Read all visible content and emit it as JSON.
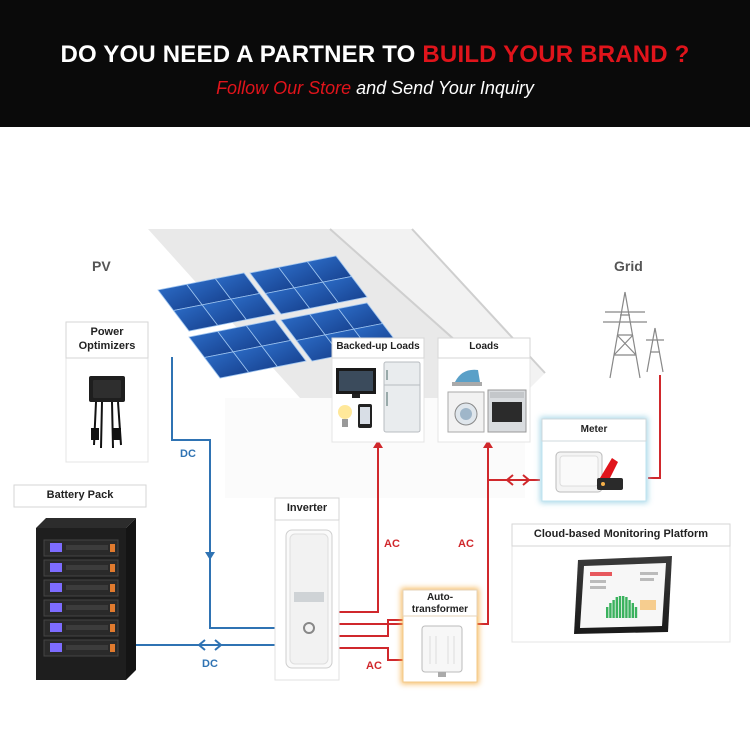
{
  "banner": {
    "headline_prefix": "DO YOU NEED A  PARTNER TO ",
    "headline_accent": "BUILD YOUR BRAND ?",
    "sub_accent": "Follow Our Store",
    "sub_rest": " and Send Your Inquiry"
  },
  "diagram": {
    "pv": "PV",
    "grid": "Grid",
    "power_optimizers_line1": "Power",
    "power_optimizers_line2": "Optimizers",
    "battery_pack": "Battery Pack",
    "inverter": "Inverter",
    "backed_up_loads": "Backed-up Loads",
    "loads": "Loads",
    "meter": "Meter",
    "cloud_platform": "Cloud-based Monitoring Platform",
    "autotransformer_line1": "Auto-",
    "autotransformer_line2": "transformer",
    "wire_dc": "DC",
    "wire_ac": "AC"
  },
  "colors": {
    "banner_bg": "#0a0a0a",
    "accent_red": "#e0141b",
    "dc_blue": "#2f73b3",
    "ac_red": "#d0282c",
    "meter_glow": "#9fd3e6",
    "autotransformer_glow": "#f5b04a"
  },
  "icons": [
    "solar-panel-icon",
    "transmission-tower-icon",
    "battery-rack-icon",
    "inverter-icon",
    "tv-icon",
    "fridge-icon",
    "lamp-icon",
    "phone-icon",
    "washer-icon",
    "iron-icon",
    "oven-icon",
    "meter-device-icon",
    "tablet-icon",
    "autotransformer-icon",
    "optimizer-box-icon"
  ]
}
